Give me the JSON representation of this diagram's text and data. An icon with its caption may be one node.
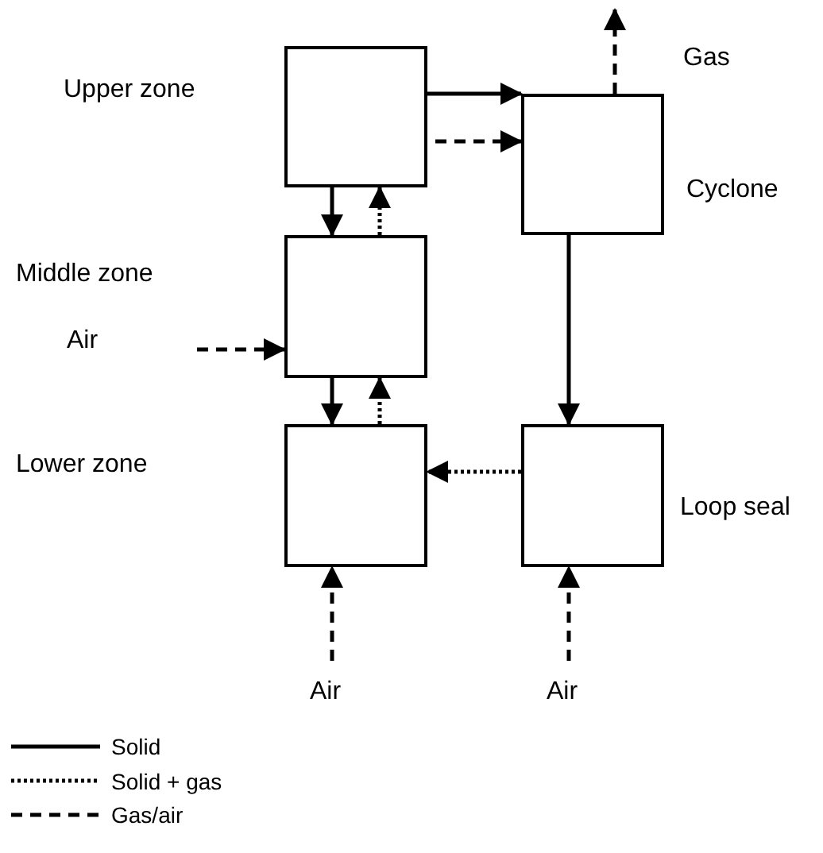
{
  "diagram": {
    "nodes": [
      {
        "text": [
          "Upper zone"
        ]
      },
      {
        "text": [],
        "shape": "box"
      },
      {
        "text": [],
        "shape": "box"
      },
      {
        "text": [
          "Cyclone"
        ]
      },
      {
        "text": [
          "Loop seal"
        ]
      },
      {
        "text": [
          "Air"
        ]
      },
      {
        "text": [
          "Air"
        ]
      }
    ],
    "edges": [
      {
        "from": 0,
        "to": 3,
        "arrow": "to"
      },
      {
        "from": 0,
        "to": 3,
        "arrow": "to",
        "style": "dashed"
      },
      {
        "from": 3,
        "to": null,
        "arrow": "to",
        "style": "dashed"
      },
      {
        "from": 0,
        "to": 1,
        "arrow": "to"
      },
      {
        "from": 1,
        "to": 0,
        "arrow": "to",
        "style": "dashed"
      },
      {
        "from": null,
        "to": 1,
        "arrow": "to",
        "style": "dashed"
      },
      {
        "from": 1,
        "to": 2,
        "arrow": "to"
      },
      {
        "from": 2,
        "to": 1,
        "arrow": "to",
        "style": "dashed"
      },
      {
        "from": 3,
        "to": 4,
        "arrow": "to"
      },
      {
        "from": 4,
        "to": 2,
        "arrow": "to",
        "style": "dashed"
      },
      {
        "from": 5,
        "to": 2,
        "arrow": "to",
        "style": "dashed"
      },
      {
        "from": 6,
        "to": 4,
        "arrow": "to",
        "style": "dashed"
      }
    ],
    "labels": [
      "Gas",
      "Middle zone",
      "Air",
      "Lower zone"
    ],
    "legend": [
      {
        "text": "Solid"
      },
      {
        "text": "Solid + gas"
      },
      {
        "text": "Gas/air"
      }
    ]
  }
}
